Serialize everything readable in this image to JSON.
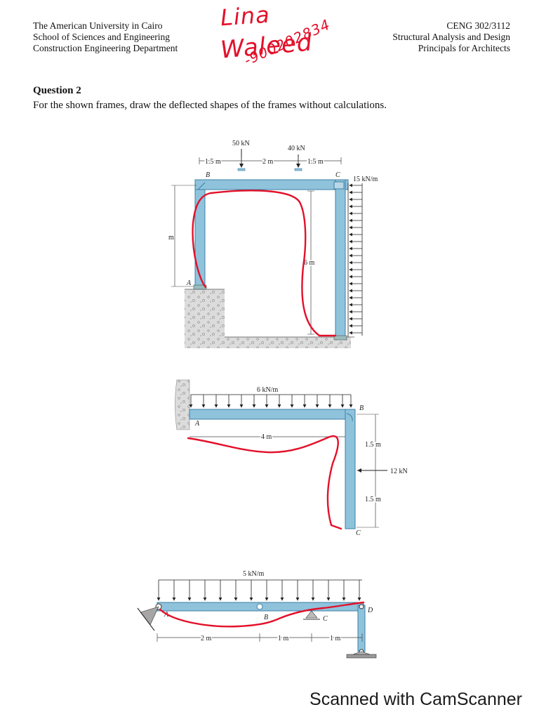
{
  "header": {
    "left": [
      "The American University in Cairo",
      "School of Sciences and Engineering",
      "Construction Engineering Department"
    ],
    "right": [
      "CENG 302/3112",
      "Structural Analysis and Design",
      "Principals for Architects"
    ]
  },
  "handwriting": {
    "name": "Lina",
    "last": "Waleed",
    "id": "-900202834"
  },
  "question": {
    "title": "Question 2",
    "text": "For the shown frames, draw the deflected shapes of the frames without calculations."
  },
  "figure1": {
    "load1": "50 kN",
    "load2": "40 kN",
    "dim1": "1.5 m",
    "dim2": "2 m",
    "dim3": "1.5 m",
    "dist_load": "15 kN/m",
    "height_left": "m",
    "height_right": "6 m",
    "node_a": "A",
    "node_b": "B",
    "node_c": "C"
  },
  "figure2": {
    "dist_load": "6 kN/m",
    "span": "4 m",
    "dim_top": "1.5 m",
    "dim_bottom": "1.5 m",
    "point_load": "12 kN",
    "node_a": "A",
    "node_b": "B",
    "node_c": "C"
  },
  "figure3": {
    "dist_load": "5 kN/m",
    "dim1": "2 m",
    "dim2": "1 m",
    "dim3": "1 m",
    "node_a": "A",
    "node_b": "B",
    "node_c": "C",
    "node_d": "D"
  },
  "colors": {
    "member": "#8fc3dc",
    "member_edge": "#3d7fa3",
    "sketch": "#e3102a",
    "ground": "#d9d9d9"
  },
  "footer": {
    "text": "Scanned with CamScanner"
  }
}
